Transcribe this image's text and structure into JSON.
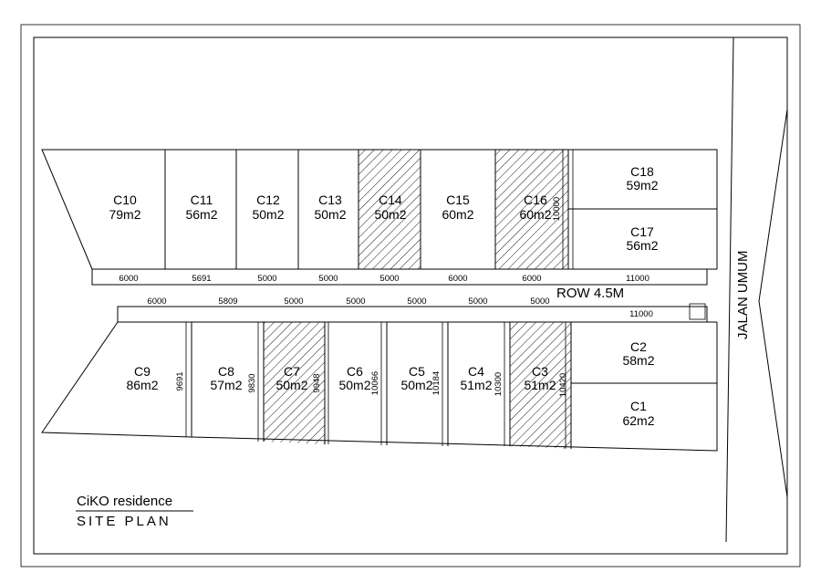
{
  "title": "CiKO residence",
  "subtitle": "SITE PLAN",
  "road": "JALAN UMUM",
  "row": "ROW 4.5M",
  "north_lots": [
    {
      "id": "C10",
      "area": "79m2",
      "hatched": false
    },
    {
      "id": "C11",
      "area": "56m2",
      "hatched": false
    },
    {
      "id": "C12",
      "area": "50m2",
      "hatched": false
    },
    {
      "id": "C13",
      "area": "50m2",
      "hatched": false
    },
    {
      "id": "C14",
      "area": "50m2",
      "hatched": true
    },
    {
      "id": "C15",
      "area": "60m2",
      "hatched": false
    },
    {
      "id": "C16",
      "area": "60m2",
      "hatched": true
    },
    {
      "id": "C18",
      "area": "59m2",
      "hatched": false
    },
    {
      "id": "C17",
      "area": "56m2",
      "hatched": false
    }
  ],
  "south_lots": [
    {
      "id": "C9",
      "area": "86m2",
      "hatched": false
    },
    {
      "id": "C8",
      "area": "57m2",
      "hatched": false
    },
    {
      "id": "C7",
      "area": "50m2",
      "hatched": true
    },
    {
      "id": "C6",
      "area": "50m2",
      "hatched": false
    },
    {
      "id": "C5",
      "area": "50m2",
      "hatched": false
    },
    {
      "id": "C4",
      "area": "51m2",
      "hatched": false
    },
    {
      "id": "C3",
      "area": "51m2",
      "hatched": true
    },
    {
      "id": "C2",
      "area": "58m2",
      "hatched": false
    },
    {
      "id": "C1",
      "area": "62m2",
      "hatched": false
    }
  ],
  "top_dims": [
    "6000",
    "5691",
    "5000",
    "5000",
    "5000",
    "6000",
    "6000",
    "11000"
  ],
  "bottom_dims": [
    "6000",
    "5809",
    "5000",
    "5000",
    "5000",
    "5000",
    "5000",
    "11000"
  ],
  "depth_dims": [
    "9691",
    "9830",
    "9948",
    "10066",
    "10184",
    "10300",
    "10420"
  ],
  "c16_depth": "10000"
}
